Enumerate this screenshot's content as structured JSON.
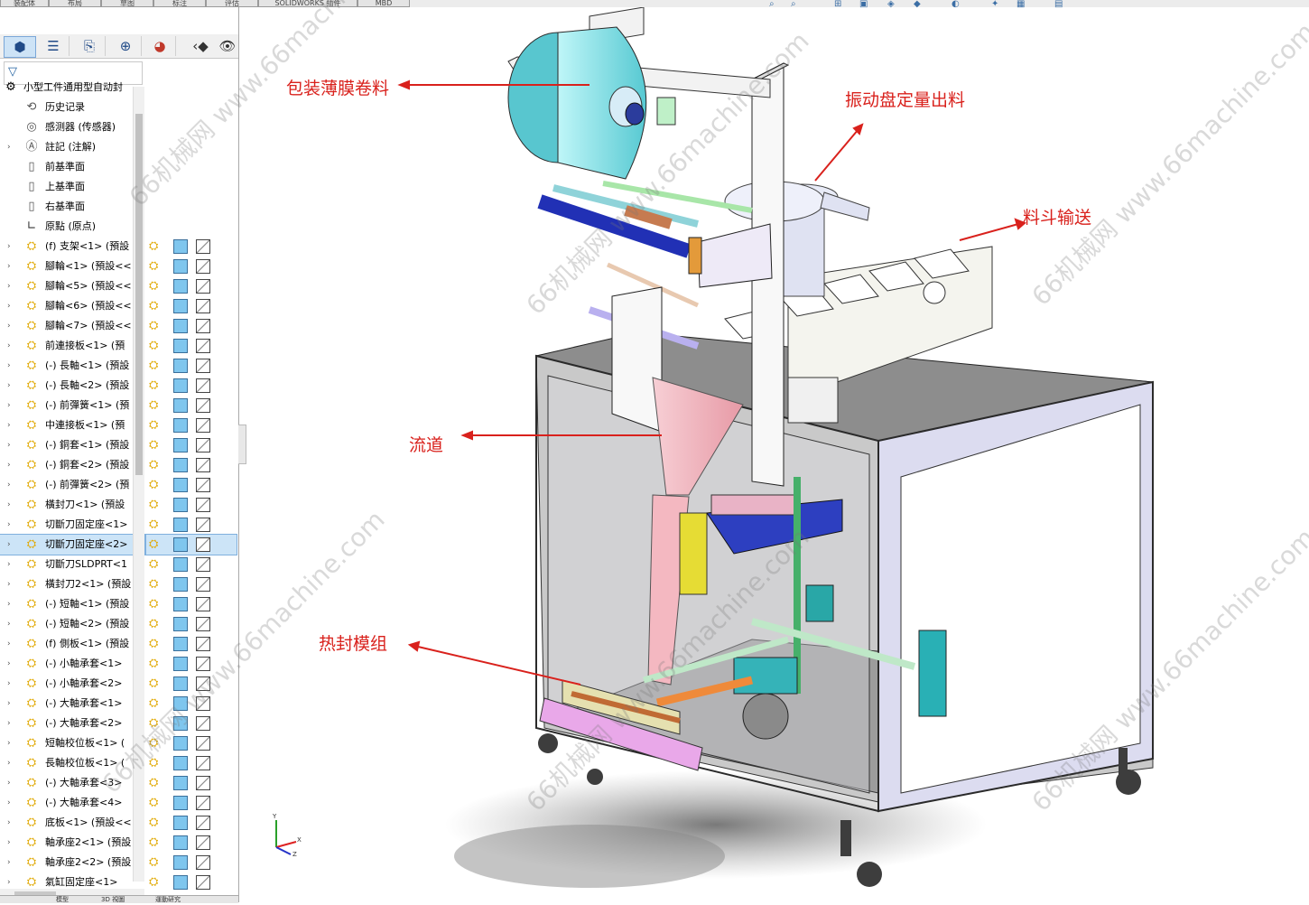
{
  "top_tabs": [
    "装配体",
    "布局",
    "草图",
    "标注",
    "评估",
    "SOLIDWORKS 插件",
    "MBD"
  ],
  "sidebar": {
    "tabs": [
      {
        "icon": "feature-manager-icon"
      },
      {
        "icon": "property-manager-icon"
      },
      {
        "icon": "configuration-manager-icon"
      },
      {
        "icon": "dim-xpert-icon"
      },
      {
        "icon": "display-manager-icon"
      }
    ],
    "root_label": "小型工件通用型自动封",
    "items": [
      {
        "label": "历史记录",
        "icon": "history-icon",
        "expand": false,
        "cols": false
      },
      {
        "label": "感测器 (传感器)",
        "icon": "sensor-icon",
        "expand": false,
        "cols": false
      },
      {
        "label": "註記 (注解)",
        "icon": "annotation-icon",
        "expand": true,
        "cols": false
      },
      {
        "label": "前基準面",
        "icon": "plane-icon",
        "expand": false,
        "cols": false
      },
      {
        "label": "上基準面",
        "icon": "plane-icon",
        "expand": false,
        "cols": false
      },
      {
        "label": "右基準面",
        "icon": "plane-icon",
        "expand": false,
        "cols": false
      },
      {
        "label": "原點 (原点)",
        "icon": "origin-icon",
        "expand": false,
        "cols": false
      },
      {
        "label": "(f) 支架<1> (預設",
        "icon": "part-icon",
        "expand": true,
        "cols": true
      },
      {
        "label": "腳輪<1> (預設<<",
        "icon": "part-icon",
        "expand": true,
        "cols": true
      },
      {
        "label": "腳輪<5> (預設<<",
        "icon": "part-icon",
        "expand": true,
        "cols": true
      },
      {
        "label": "腳輪<6> (預設<<",
        "icon": "part-icon",
        "expand": true,
        "cols": true
      },
      {
        "label": "腳輪<7> (預設<<",
        "icon": "part-icon",
        "expand": true,
        "cols": true
      },
      {
        "label": "前連接板<1> (預",
        "icon": "part-icon",
        "expand": true,
        "cols": true
      },
      {
        "label": "(-) 長軸<1> (預設",
        "icon": "part-icon",
        "expand": true,
        "cols": true
      },
      {
        "label": "(-) 長軸<2> (預設",
        "icon": "part-icon",
        "expand": true,
        "cols": true
      },
      {
        "label": "(-) 前彈簧<1> (預",
        "icon": "part-icon",
        "expand": true,
        "cols": true
      },
      {
        "label": "中連接板<1> (預",
        "icon": "part-icon",
        "expand": true,
        "cols": true
      },
      {
        "label": "(-) 銅套<1> (預設",
        "icon": "part-icon",
        "expand": true,
        "cols": true
      },
      {
        "label": "(-) 銅套<2> (預設",
        "icon": "part-icon",
        "expand": true,
        "cols": true
      },
      {
        "label": "(-) 前彈簧<2> (預",
        "icon": "part-icon",
        "expand": true,
        "cols": true
      },
      {
        "label": "橫封刀<1> (預設",
        "icon": "part-icon",
        "expand": true,
        "cols": true
      },
      {
        "label": "切斷刀固定座<1>",
        "icon": "part-icon",
        "expand": true,
        "cols": true
      },
      {
        "label": "切斷刀固定座<2>",
        "icon": "part-icon",
        "expand": true,
        "cols": true,
        "selected": true
      },
      {
        "label": "切斷刀SLDPRT<1",
        "icon": "part-icon",
        "expand": true,
        "cols": true
      },
      {
        "label": "橫封刀2<1> (預設",
        "icon": "part-icon",
        "expand": true,
        "cols": true
      },
      {
        "label": "(-) 短軸<1> (預設",
        "icon": "part-icon",
        "expand": true,
        "cols": true
      },
      {
        "label": "(-) 短軸<2> (預設",
        "icon": "part-icon",
        "expand": true,
        "cols": true
      },
      {
        "label": "(f) 側板<1> (預設",
        "icon": "part-icon",
        "expand": true,
        "cols": true
      },
      {
        "label": "(-) 小軸承套<1>",
        "icon": "part-icon",
        "expand": true,
        "cols": true
      },
      {
        "label": "(-) 小軸承套<2>",
        "icon": "part-icon",
        "expand": true,
        "cols": true
      },
      {
        "label": "(-) 大軸承套<1>",
        "icon": "part-icon",
        "expand": true,
        "cols": true
      },
      {
        "label": "(-) 大軸承套<2>",
        "icon": "part-icon",
        "expand": true,
        "cols": true
      },
      {
        "label": "短軸校位板<1> (",
        "icon": "part-icon",
        "expand": true,
        "cols": true
      },
      {
        "label": "長軸校位板<1> (",
        "icon": "part-icon",
        "expand": true,
        "cols": true
      },
      {
        "label": "(-) 大軸承套<3>",
        "icon": "part-icon",
        "expand": true,
        "cols": true
      },
      {
        "label": "(-) 大軸承套<4>",
        "icon": "part-icon",
        "expand": true,
        "cols": true
      },
      {
        "label": "底板<1> (預設<<",
        "icon": "part-icon",
        "expand": true,
        "cols": true
      },
      {
        "label": "軸承座2<1> (預設",
        "icon": "part-icon",
        "expand": true,
        "cols": true
      },
      {
        "label": "軸承座2<2> (預設",
        "icon": "part-icon",
        "expand": true,
        "cols": true
      },
      {
        "label": "氣缸固定座<1>",
        "icon": "part-icon",
        "expand": true,
        "cols": true
      }
    ],
    "bottom_tabs": [
      "模型",
      "3D 視圖",
      "運動研究"
    ]
  },
  "canvas": {
    "callouts": {
      "film_roll": "包装薄膜卷料",
      "vibratory_feeder": "振动盘定量出料",
      "hopper_conveyor": "料斗输送",
      "chute": "流道",
      "heat_seal": "热封模组"
    },
    "watermark": "66机械网 www.66machine.com",
    "triad_axes": {
      "x": "X",
      "y": "Y",
      "z": "Z"
    }
  },
  "colors": {
    "frame": "#dcdcf0",
    "frame_edge": "#2b2b2b",
    "roll": "#8ee6ee",
    "funnel": "#f2b6bf",
    "callout": "#d9211c",
    "tree_selected": "#cce4f7"
  }
}
